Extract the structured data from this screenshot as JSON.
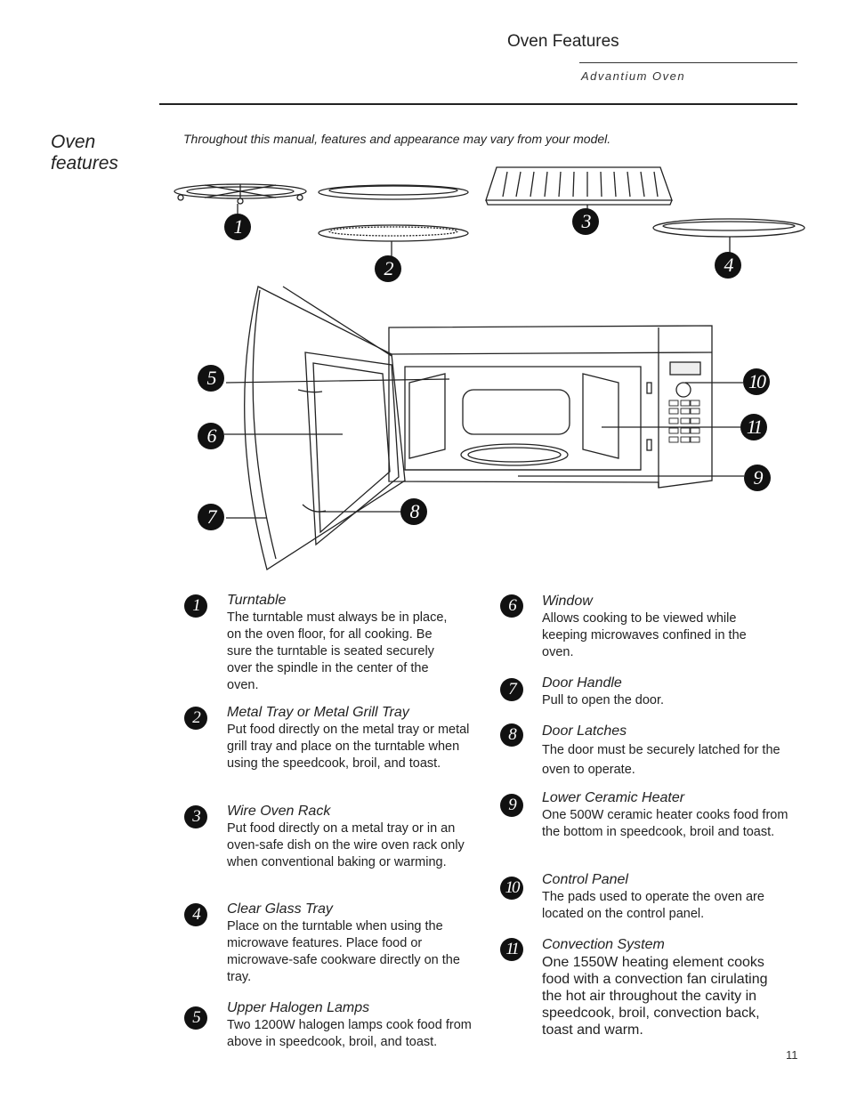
{
  "header": {
    "title": "Oven Features",
    "subtitle": "Advantium Oven"
  },
  "section": {
    "side_title": "Oven features",
    "intro": "Throughout this manual, features and appearance may vary from your model."
  },
  "callouts": [
    "1",
    "2",
    "3",
    "4",
    "5",
    "6",
    "7",
    "8",
    "9",
    "10",
    "11"
  ],
  "features_left": [
    {
      "num": "1",
      "title": "Turntable",
      "desc": "The turntable must always be in place, on the oven floor, for all cooking. Be sure the turntable is seated securely over the spindle in the center of the oven."
    },
    {
      "num": "2",
      "title": "Metal Tray or Metal Grill Tray",
      "desc": "Put food directly on the metal tray or metal grill tray and place on the turntable when using the speedcook, broil, and toast."
    },
    {
      "num": "3",
      "title": "Wire Oven Rack",
      "desc": "Put food directly on a metal tray or in an oven-safe dish on the wire oven rack only when conventional baking or warming."
    },
    {
      "num": "4",
      "title": "Clear Glass Tray",
      "desc": "Place on the turntable when using the microwave features. Place food or microwave-safe cookware directly on the tray."
    },
    {
      "num": "5",
      "title": "Upper Halogen Lamps",
      "desc": "Two 1200W halogen lamps cook food from above in speedcook, broil, and toast."
    }
  ],
  "features_right": [
    {
      "num": "6",
      "title": "Window",
      "desc": "Allows cooking to be viewed while keeping microwaves confined in the oven."
    },
    {
      "num": "7",
      "title": "Door Handle",
      "desc": "Pull to open the door."
    },
    {
      "num": "8",
      "title": "Door Latches",
      "desc": "The door must be securely latched for the oven to operate."
    },
    {
      "num": "9",
      "title": "Lower Ceramic Heater",
      "desc": "One 500W ceramic heater cooks food from the bottom in speedcook, broil and toast."
    },
    {
      "num": "10",
      "title": "Control Panel",
      "desc": "The pads used to operate the oven are located on the control panel."
    },
    {
      "num": "11",
      "title": "Convection System",
      "desc": "One 1550W heating element cooks food with a convection fan cirulating the hot air throughout the cavity in speedcook, broil, convection back, toast and warm."
    }
  ],
  "page_number": "11"
}
